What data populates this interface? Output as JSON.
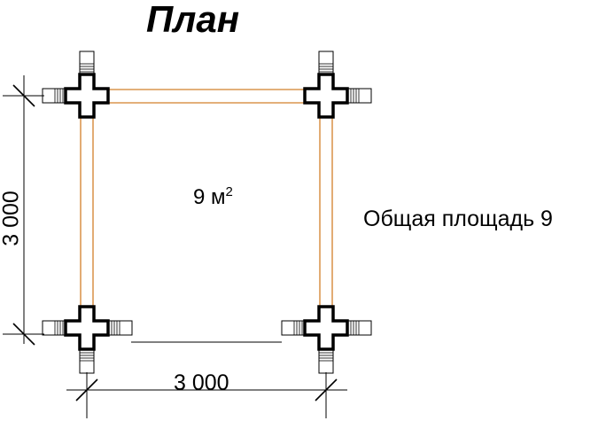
{
  "title": "План",
  "room_area": {
    "value": "9 м",
    "sup": "2"
  },
  "total_area_label": "Общая площадь  9",
  "dimensions": {
    "width": "3 000",
    "height": "3 000"
  },
  "colors": {
    "wall": "#d2802a",
    "line": "#000000"
  }
}
